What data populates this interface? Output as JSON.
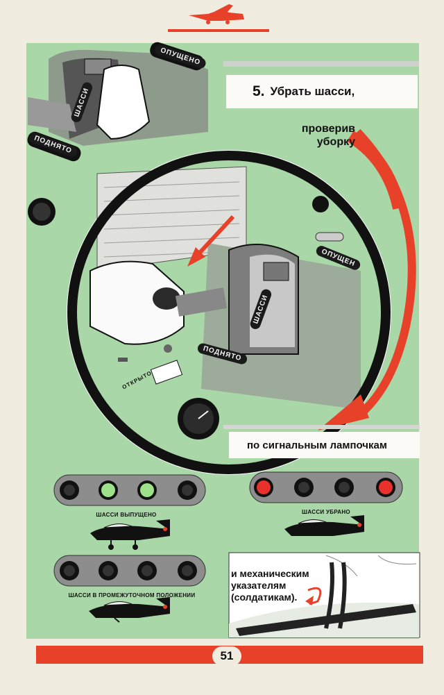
{
  "step": {
    "number": "5.",
    "text": "Убрать шасси,"
  },
  "check_text_line1": "проверив",
  "check_text_line2": "уборку",
  "lamps_text": "по сигнальным лампочкам",
  "mech_text_line1": "и механическим",
  "mech_text_line2": "указателям",
  "mech_text_line3": "(солдатикам).",
  "labels": {
    "released": "ОПУЩЕНО",
    "raised": "ПОДНЯТО",
    "chassis": "ШАССИ",
    "open": "ОТКРЫТО",
    "released_partial": "ОПУЩЕН",
    "released_small": "ОПУЩЕНО",
    "raised_small": "ПОДНЯТО"
  },
  "panels": {
    "gear_down": "ШАССИ ВЫПУЩЕНО",
    "gear_up": "ШАССИ УБРАНО",
    "gear_intermediate": "ШАССИ В ПРОМЕЖУТОЧНОМ ПОЛОЖЕНИИ"
  },
  "page_number": "51",
  "colors": {
    "green": "#a9d7a7",
    "red": "#e8412a",
    "lamp_green": "#9fe08a",
    "lamp_red": "#e8312a"
  }
}
